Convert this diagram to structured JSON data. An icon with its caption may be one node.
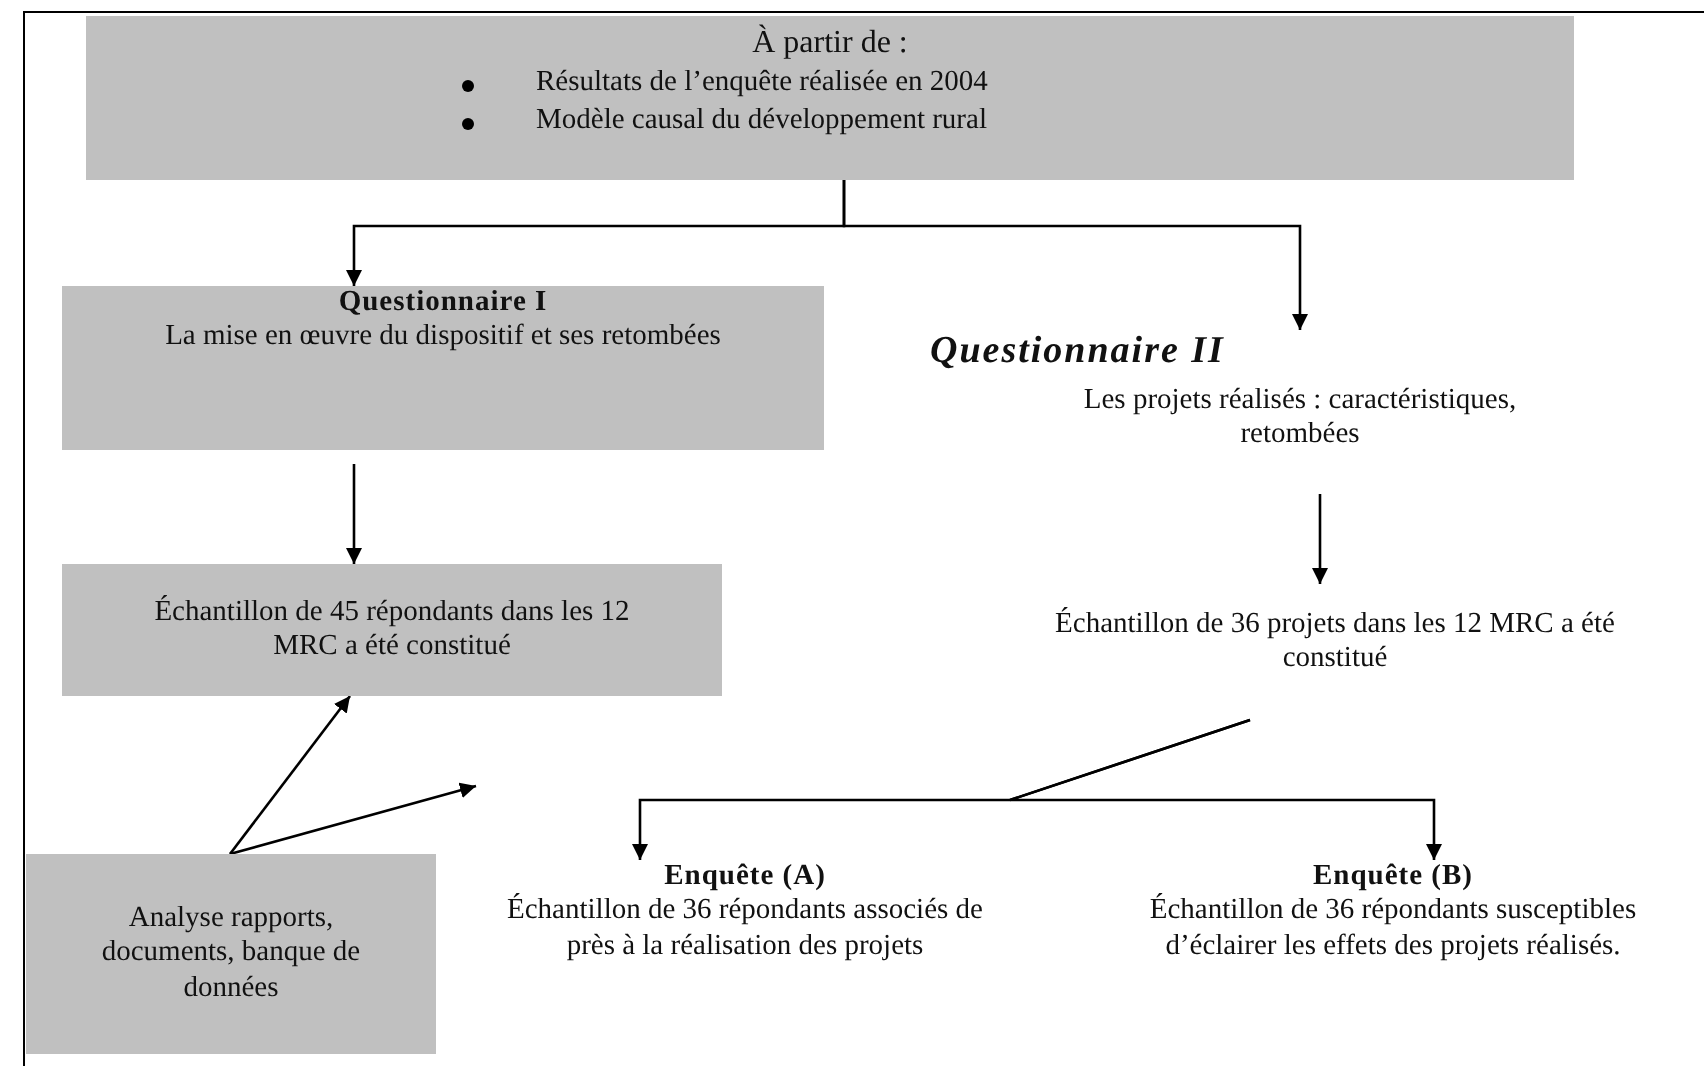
{
  "diagram": {
    "nodes": [
      {
        "text": [
          "À partir de :",
          "Résultats de l’enquête réalisée en 2004",
          "Modèle causal du développement rural"
        ]
      },
      {
        "text": [
          "Questionnaire I",
          "La mise en œuvre du dispositif et ses retombées"
        ]
      },
      {
        "text": [
          "Questionnaire II",
          "Les projets réalisés : caractéristiques, retombées"
        ]
      },
      {
        "text": [
          "Échantillon de 45 répondants dans les 12 MRC a été constitué"
        ]
      },
      {
        "text": [
          "Échantillon de 36 projets dans les 12 MRC a été constitué"
        ]
      },
      {
        "text": [
          "Analyse rapports, documents, banque de données"
        ]
      },
      {
        "text": [
          "Enquête (A)",
          "Échantillon de 36 répondants associés de près à la réalisation des projets"
        ]
      },
      {
        "text": [
          "Enquête (B)",
          "Échantillon de 36 répondants susceptibles d’éclairer les effets des projets réalisés."
        ]
      }
    ],
    "edges": [
      {
        "from": 0,
        "to": 1,
        "arrow": "to"
      },
      {
        "from": 0,
        "to": 2,
        "arrow": "to"
      },
      {
        "from": 1,
        "to": 3,
        "arrow": "to"
      },
      {
        "from": 2,
        "to": 4,
        "arrow": "to"
      },
      {
        "from": 5,
        "to": 3,
        "arrow": "to"
      },
      {
        "from": 5,
        "to": null,
        "arrow": "to"
      },
      {
        "from": 4,
        "to": 6,
        "arrow": "to"
      },
      {
        "from": 4,
        "to": 7,
        "arrow": "to"
      }
    ]
  }
}
